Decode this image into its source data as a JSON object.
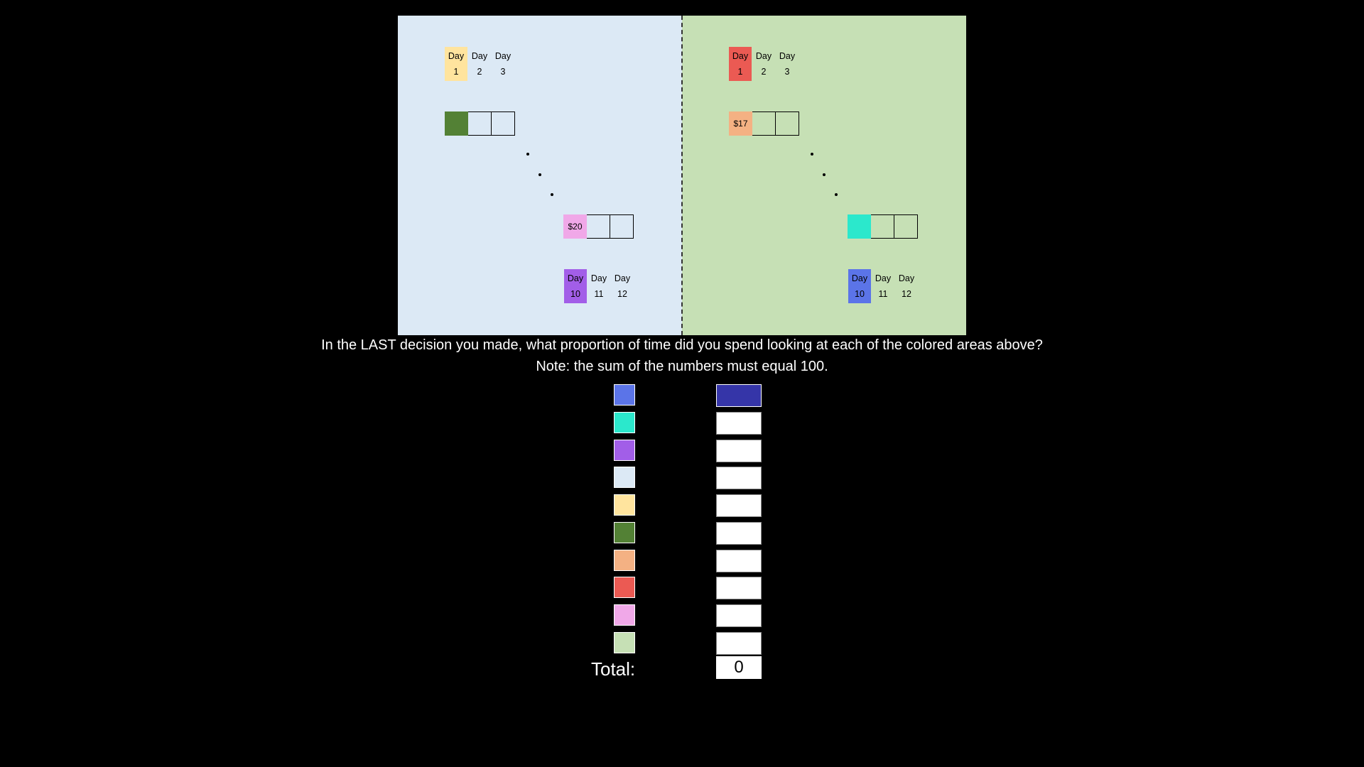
{
  "colors": {
    "left_bg": "#dce9f5",
    "right_bg": "#c6e0b5",
    "page_bg": "#000000",
    "active_input": "#3535a8"
  },
  "left_panel": {
    "top_days": [
      {
        "label": "Day",
        "num": "1",
        "color": "#ffe49e"
      },
      {
        "label": "Day",
        "num": "2",
        "color": ""
      },
      {
        "label": "Day",
        "num": "3",
        "color": ""
      }
    ],
    "top_boxes": [
      {
        "text": "",
        "color": "#538135"
      },
      {
        "text": "",
        "color": ""
      },
      {
        "text": "",
        "color": ""
      }
    ],
    "bottom_boxes": [
      {
        "text": "$20",
        "color": "#f0a8e8"
      },
      {
        "text": "",
        "color": ""
      },
      {
        "text": "",
        "color": ""
      }
    ],
    "bottom_days": [
      {
        "label": "Day",
        "num": "10",
        "color": "#a25ee8"
      },
      {
        "label": "Day",
        "num": "11",
        "color": ""
      },
      {
        "label": "Day",
        "num": "12",
        "color": ""
      }
    ]
  },
  "right_panel": {
    "top_days": [
      {
        "label": "Day",
        "num": "1",
        "color": "#eb5a53"
      },
      {
        "label": "Day",
        "num": "2",
        "color": ""
      },
      {
        "label": "Day",
        "num": "3",
        "color": ""
      }
    ],
    "top_boxes": [
      {
        "text": "$17",
        "color": "#f4b183"
      },
      {
        "text": "",
        "color": ""
      },
      {
        "text": "",
        "color": ""
      }
    ],
    "bottom_boxes": [
      {
        "text": "",
        "color": "#2be8cc"
      },
      {
        "text": "",
        "color": ""
      },
      {
        "text": "",
        "color": ""
      }
    ],
    "bottom_days": [
      {
        "label": "Day",
        "num": "10",
        "color": "#5b74e8"
      },
      {
        "label": "Day",
        "num": "11",
        "color": ""
      },
      {
        "label": "Day",
        "num": "12",
        "color": ""
      }
    ]
  },
  "question": {
    "line1": "In the LAST decision you made, what proportion of time did you spend looking at each of the colored areas above?",
    "line2": "Note: the sum of the numbers must equal 100."
  },
  "responses": [
    {
      "swatch": "#5b74e8",
      "value": ""
    },
    {
      "swatch": "#2be8cc",
      "value": ""
    },
    {
      "swatch": "#a25ee8",
      "value": ""
    },
    {
      "swatch": "#dce9f5",
      "value": ""
    },
    {
      "swatch": "#ffe49e",
      "value": ""
    },
    {
      "swatch": "#538135",
      "value": ""
    },
    {
      "swatch": "#f4b183",
      "value": ""
    },
    {
      "swatch": "#eb5a53",
      "value": ""
    },
    {
      "swatch": "#f0a8e8",
      "value": ""
    },
    {
      "swatch": "#c6e0b5",
      "value": ""
    }
  ],
  "total": {
    "label": "Total:",
    "value": "0"
  }
}
